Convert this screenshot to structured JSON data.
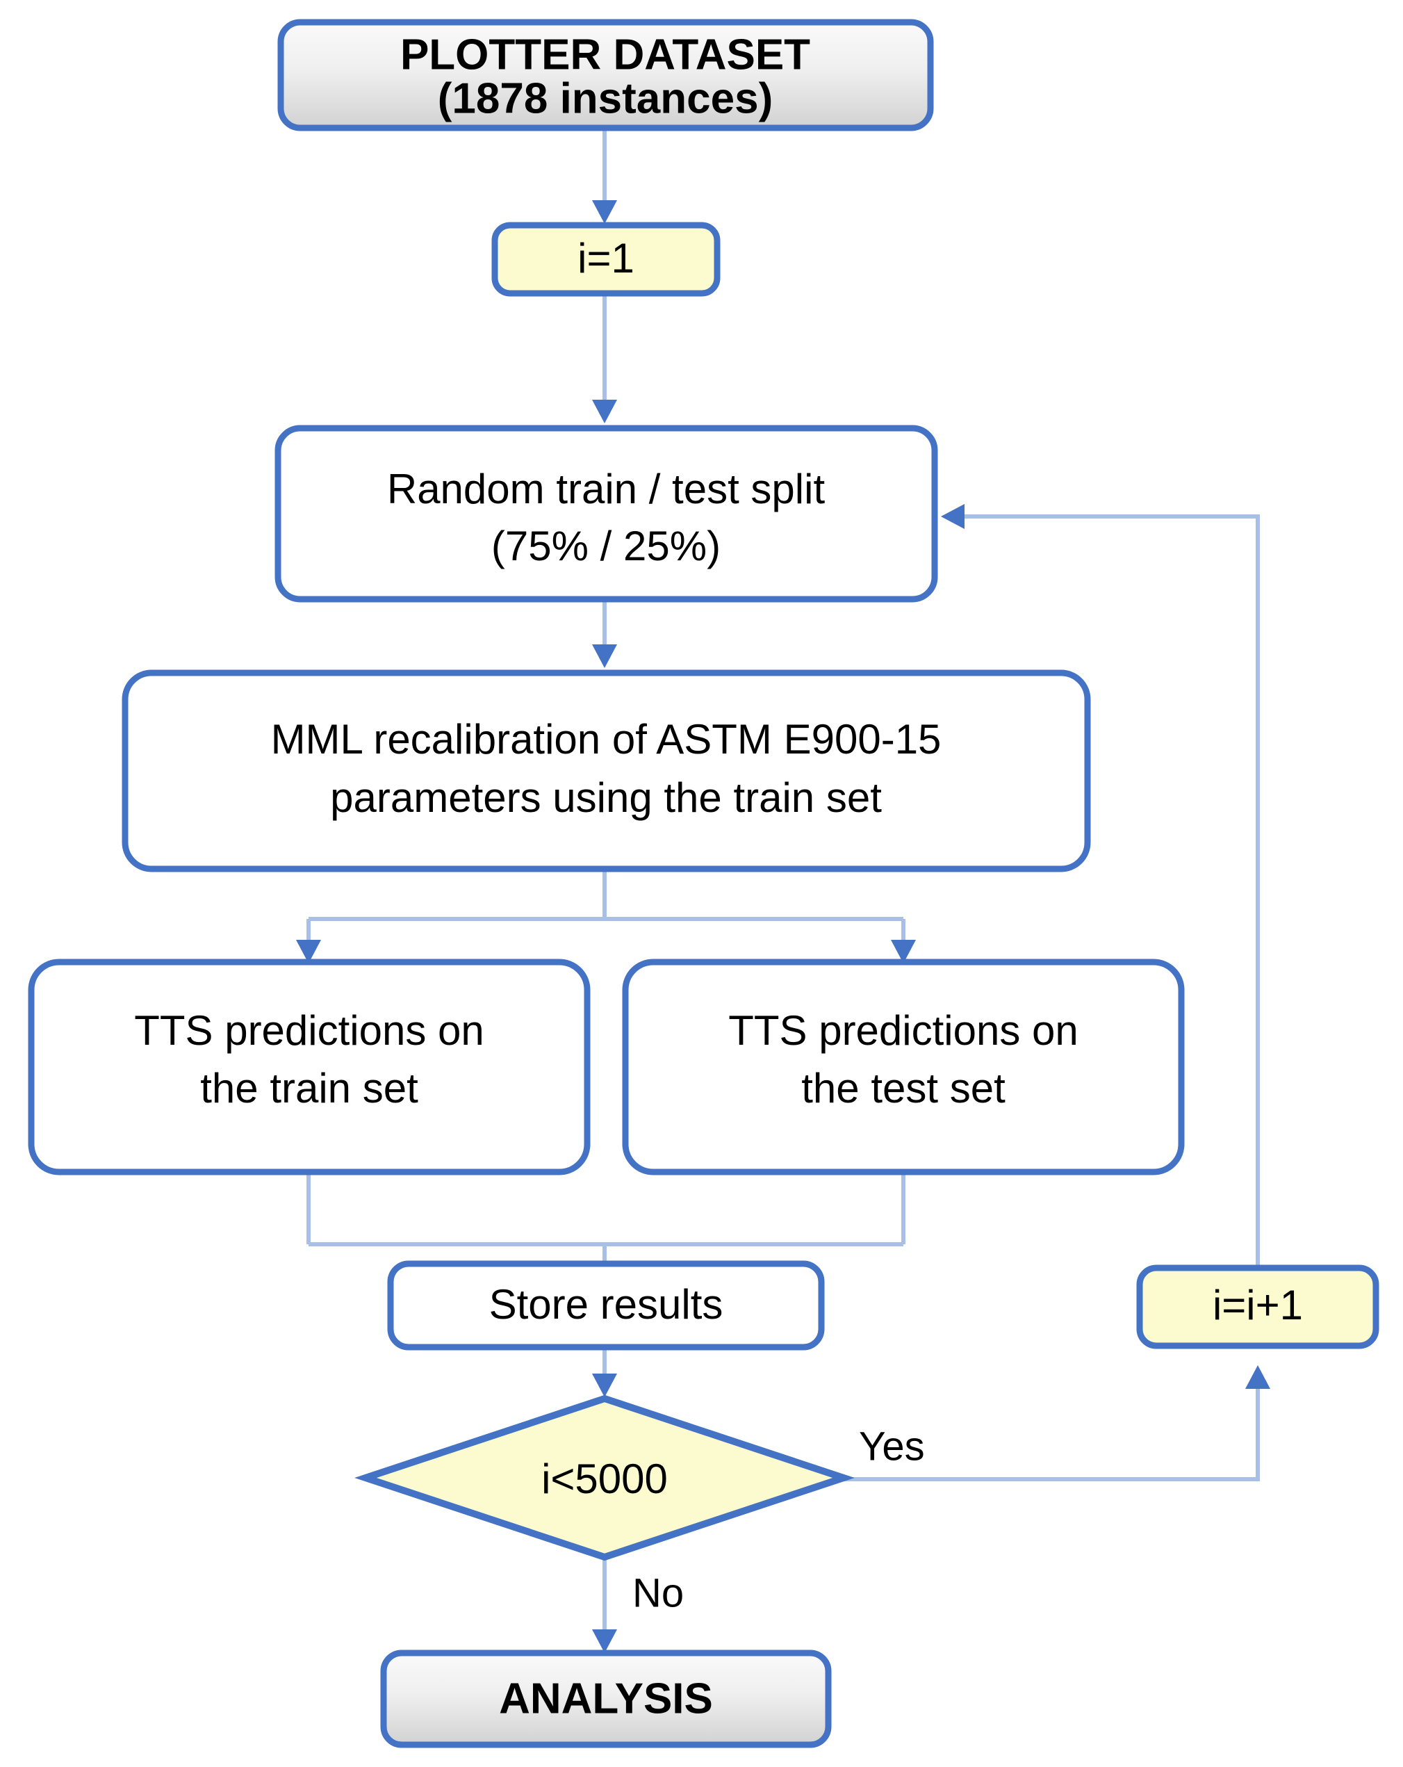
{
  "diagram": {
    "title_node": {
      "label_line1": "PLOTTER DATASET",
      "label_line2": "(1878 instances)"
    },
    "nodes": [
      {
        "id": "start",
        "type": "terminal",
        "label": "PLOTTER DATASET\n(1878 instances)",
        "line1": "PLOTTER DATASET",
        "line2": "(1878 instances)",
        "fill": "#E8E8E8",
        "border": "#4472C4"
      },
      {
        "id": "init",
        "type": "assignment",
        "label": "i=1",
        "line1": "i=1",
        "fill": "#FCFBCF",
        "border": "#4472C4"
      },
      {
        "id": "split",
        "type": "process",
        "line1": "Random train / test split",
        "line2": "(75% / 25%)",
        "fill": "#FFFFFF",
        "border": "#4472C4"
      },
      {
        "id": "recalibrate",
        "type": "process",
        "line1": "MML recalibration of ASTM E900-15",
        "line2": "parameters using the train set",
        "fill": "#FFFFFF",
        "border": "#4472C4"
      },
      {
        "id": "pred-train",
        "type": "process",
        "line1": "TTS predictions on",
        "line2": "the train set",
        "fill": "#FFFFFF",
        "border": "#4472C4"
      },
      {
        "id": "pred-test",
        "type": "process",
        "line1": "TTS predictions on",
        "line2": "the test set",
        "fill": "#FFFFFF",
        "border": "#4472C4"
      },
      {
        "id": "store",
        "type": "process",
        "line1": "Store results",
        "fill": "#FFFFFF",
        "border": "#4472C4"
      },
      {
        "id": "increment",
        "type": "assignment",
        "line1": "i=i+1",
        "fill": "#FCFBCF",
        "border": "#4472C4"
      },
      {
        "id": "decision",
        "type": "decision",
        "line1": "i<5000",
        "fill": "#FCFBCF",
        "border": "#4472C4"
      },
      {
        "id": "end",
        "type": "terminal",
        "line1": "ANALYSIS",
        "fill": "#E8E8E8",
        "border": "#4472C4"
      }
    ],
    "edges": [
      {
        "from": "start",
        "to": "init",
        "label": ""
      },
      {
        "from": "init",
        "to": "split",
        "label": ""
      },
      {
        "from": "split",
        "to": "recalibrate",
        "label": ""
      },
      {
        "from": "recalibrate",
        "to": "pred-train",
        "label": ""
      },
      {
        "from": "recalibrate",
        "to": "pred-test",
        "label": ""
      },
      {
        "from": "pred-train",
        "to": "store",
        "label": ""
      },
      {
        "from": "pred-test",
        "to": "store",
        "label": ""
      },
      {
        "from": "store",
        "to": "decision",
        "label": ""
      },
      {
        "from": "decision",
        "to": "increment",
        "label": "Yes"
      },
      {
        "from": "increment",
        "to": "split",
        "label": ""
      },
      {
        "from": "decision",
        "to": "end",
        "label": "No"
      }
    ],
    "edge_labels": {
      "yes": "Yes",
      "no": "No"
    },
    "colors": {
      "border_blue": "#4472C4",
      "connector_blue": "#A8C0E6",
      "yellow_fill": "#FCFBCF",
      "gray_fill_top": "#F7F7F7",
      "gray_fill_bottom": "#D6D6D6",
      "white_fill": "#FFFFFF",
      "text": "#000000"
    }
  }
}
